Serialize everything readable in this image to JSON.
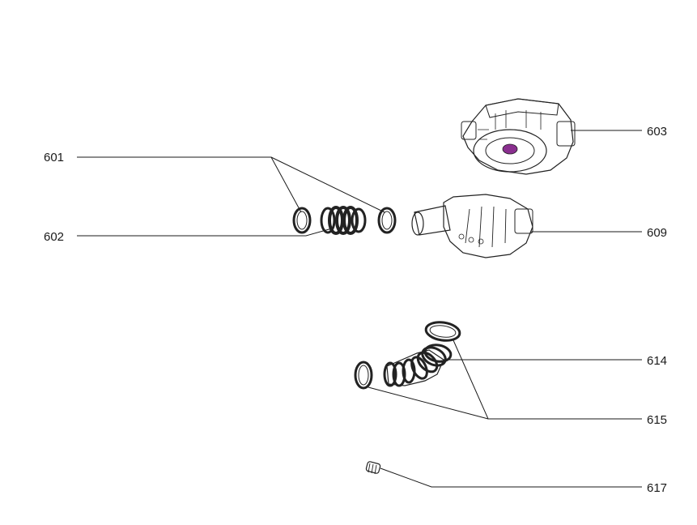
{
  "diagram": {
    "labels": {
      "p601": "601",
      "p602": "602",
      "p603": "603",
      "p609": "609",
      "p614": "614",
      "p615": "615",
      "p617": "617"
    },
    "colors": {
      "line": "#1a1a1a",
      "part_fill": "#f4f4f4",
      "part_shade": "#d9d9d9",
      "impeller_accent": "#8a2f8f"
    }
  }
}
